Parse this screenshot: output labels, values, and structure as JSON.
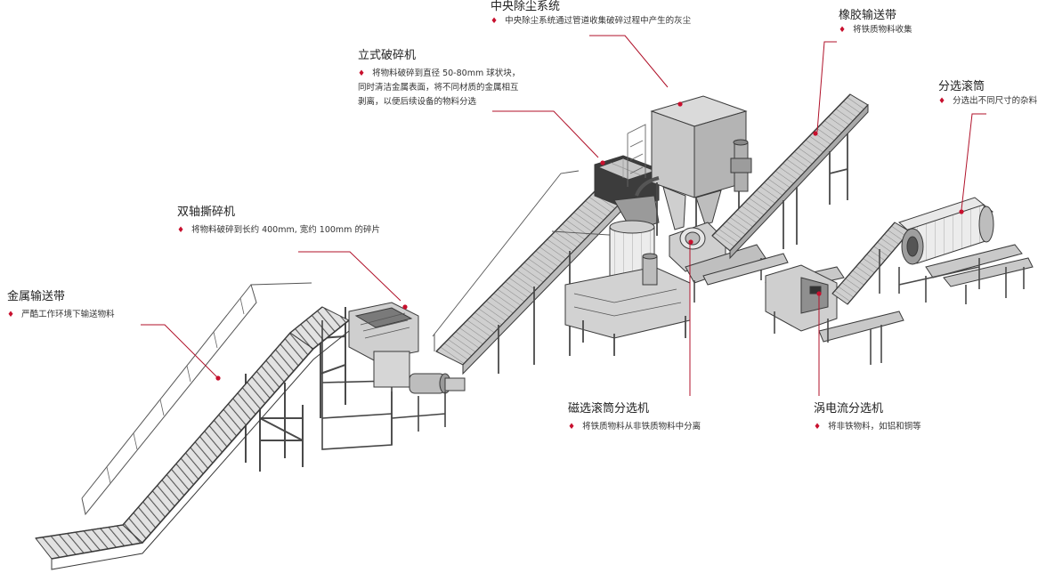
{
  "colors": {
    "accent": "#c8102e",
    "machine_stroke": "#3a3a3a",
    "machine_fill": "#d9d9d9",
    "machine_dark": "#8a8a8a"
  },
  "annotations": [
    {
      "id": "metal-conveyor",
      "title": "金属输送带",
      "lines": [
        "严酷工作环境下输送物料"
      ]
    },
    {
      "id": "dual-shaft-shredder",
      "title": "双轴撕碎机",
      "lines": [
        "将物料破碎到长约 400mm, 宽约 100mm 的碎片"
      ]
    },
    {
      "id": "vertical-crusher",
      "title": "立式破碎机",
      "lines": [
        "将物料破碎到直径 50-80mm 球状块，",
        "同时清洁金属表面，将不同材质的金属相互",
        "剥离，以便后续设备的物料分选"
      ]
    },
    {
      "id": "central-dust",
      "title": "中央除尘系统",
      "lines": [
        "中央除尘系统通过管道收集破碎过程中产生的灰尘"
      ]
    },
    {
      "id": "rubber-conveyor",
      "title": "橡胶输送带",
      "lines": [
        "将铁质物料收集"
      ]
    },
    {
      "id": "trommel",
      "title": "分选滚筒",
      "lines": [
        "分选出不同尺寸的杂料"
      ]
    },
    {
      "id": "magnetic-drum",
      "title": "磁选滚筒分选机",
      "lines": [
        "将铁质物料从非铁质物料中分离"
      ]
    },
    {
      "id": "eddy-current",
      "title": "涡电流分选机",
      "lines": [
        "将非铁物料，如铝和铜等"
      ]
    }
  ]
}
